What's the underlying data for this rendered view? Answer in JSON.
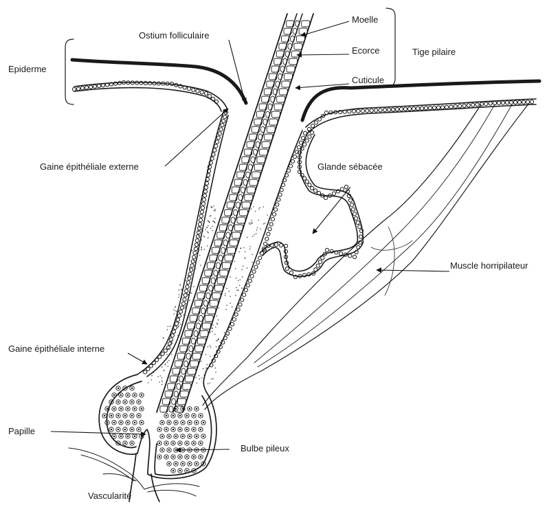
{
  "labels": {
    "epiderme": "Epiderme",
    "ostium": "Ostium folliculaire",
    "moelle": "Moelle",
    "ecorce": "Ecorce",
    "cuticule": "Cuticule",
    "tige": "Tige pilaire",
    "gaine_externe": "Gaine épithéliale externe",
    "glande": "Glande sébacée",
    "muscle": "Muscle horripilateur",
    "gaine_interne": "Gaine épithéliale interne",
    "papille": "Papille",
    "bulbe": "Bulbe pileux",
    "vascularite": "Vascularité"
  }
}
